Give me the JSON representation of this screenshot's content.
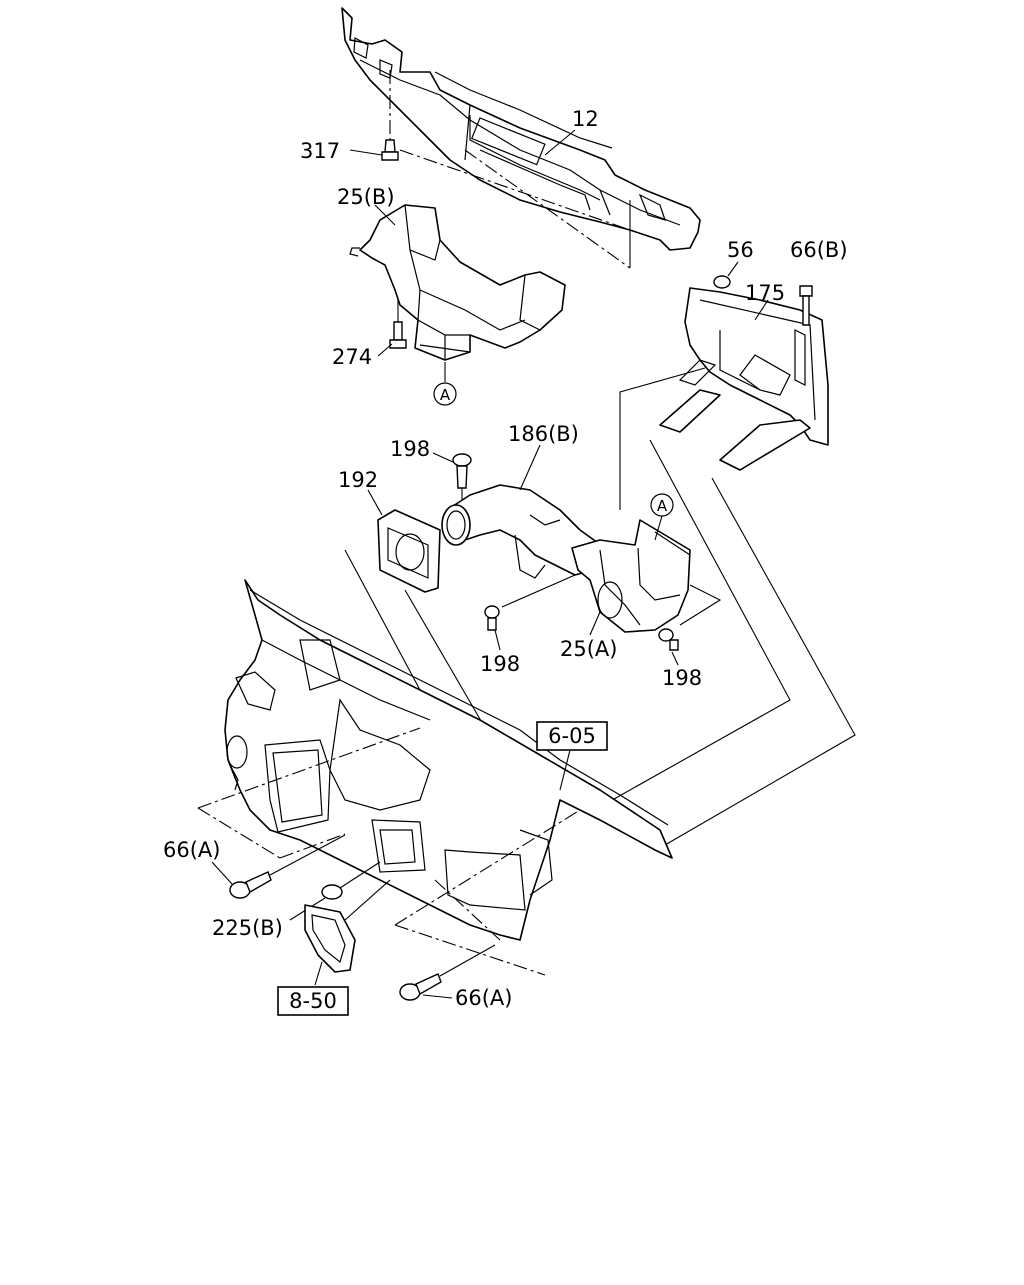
{
  "callouts": {
    "c12": "12",
    "c317": "317",
    "c25b": "25(B)",
    "c274": "274",
    "cA_top": "A",
    "c56": "56",
    "c66b": "66(B)",
    "c175": "175",
    "c198_top": "198",
    "c186b": "186(B)",
    "c192": "192",
    "cA_right": "A",
    "c198_left": "198",
    "c25a": "25(A)",
    "c198_right": "198",
    "c66a_left": "66(A)",
    "c225b": "225(B)",
    "c66a_bottom": "66(A)"
  },
  "references": {
    "ref_605": "6-05",
    "ref_850": "8-50"
  }
}
